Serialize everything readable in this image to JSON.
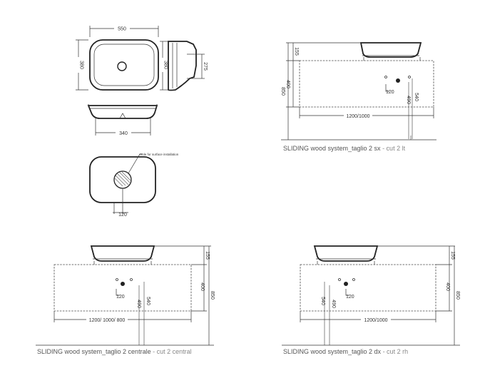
{
  "top_view": {
    "width": "550",
    "depth": "380"
  },
  "side_view": {
    "depth": "380",
    "inner": "275"
  },
  "front_view": {
    "base": "340"
  },
  "bottom_view": {
    "hole_note": "Hole for surface installation",
    "offset": "120"
  },
  "panel_lt": {
    "caption_main": "SLIDING wood system_taglio 2 sx",
    "caption_sub": " - cut 2 lt",
    "h155": "155",
    "h400": "400",
    "h850": "850",
    "h490": "490",
    "h540": "540",
    "offset": "120",
    "width": "1200/1000"
  },
  "panel_central": {
    "caption_main": "SLIDING wood system_taglio 2 centrale",
    "caption_sub": " - cut 2 central",
    "h155": "155",
    "h400": "400",
    "h850": "850",
    "h490": "490",
    "h540": "540",
    "offset": "120",
    "width": "1200/ 1000/ 800"
  },
  "panel_rh": {
    "caption_main": "SLIDING wood system_taglio 2 dx",
    "caption_sub": " - cut 2 rh",
    "h155": "155",
    "h400": "400",
    "h850": "850",
    "h490": "490",
    "h540": "540",
    "offset": "120",
    "width": "1200/1000"
  }
}
